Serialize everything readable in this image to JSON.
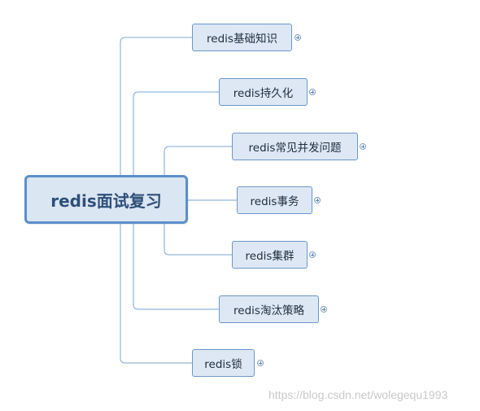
{
  "root": {
    "label": "redis面试复习"
  },
  "topics": [
    {
      "label": "redis基础知识"
    },
    {
      "label": "redis持久化"
    },
    {
      "label": "redis常见并发问题"
    },
    {
      "label": "redis事务"
    },
    {
      "label": "redis集群"
    },
    {
      "label": "redis淘汰策略"
    },
    {
      "label": "redis锁"
    }
  ],
  "icons": {
    "expand": "plus-circle-icon"
  },
  "colors": {
    "line": "#7ea6d4",
    "node_fill": "#dde8f4",
    "node_border": "#6b97c8",
    "root_border": "#5b8fc9"
  },
  "watermark": "https://blog.csdn.net/wolegequ1993"
}
